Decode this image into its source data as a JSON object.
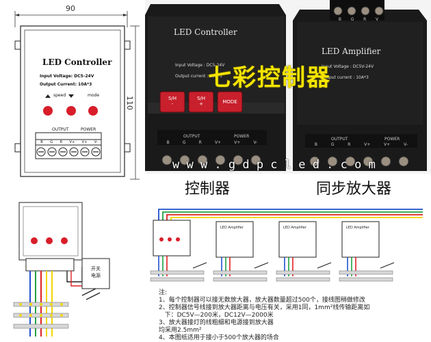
{
  "drawing": {
    "width_dim": "90",
    "height_dim": "110",
    "title": "LED Controller",
    "input_voltage": "Input Voltage:  DC5-24V",
    "output_current": "Output Current:  10A*3",
    "buttons": [
      "speed",
      "mode"
    ],
    "output_label": "OUTPUT",
    "power_label": "POWER",
    "terminals": [
      "B",
      "G",
      "R",
      "V+",
      "V+",
      "V-"
    ]
  },
  "photo_controller": {
    "title": "LED Controller",
    "input": "Input Voltage : DC5-24V",
    "output": "Output current : 10A*3",
    "buttons": [
      "S/H\n-",
      "S/H\n+",
      "MODE"
    ],
    "caption": "控制器",
    "output_label": "OUTPUT",
    "power_label": "POWER",
    "terminals": [
      "B",
      "G",
      "R",
      "V+",
      "V+",
      "V-"
    ]
  },
  "photo_amplifier": {
    "title": "LED Amplifier",
    "input": "Input Voltage : DC5V-24V",
    "output": "Output current : 10A*3",
    "top_terminals": [
      "B",
      "G",
      "R",
      "V"
    ],
    "caption": "同步放大器",
    "output_label": "OUTPUT",
    "power_label": "POWER",
    "terminals": [
      "B",
      "G",
      "R",
      "V+",
      "V+",
      "V-"
    ]
  },
  "watermark": {
    "title": "七彩控制器",
    "url": "w w w . g d p c l e d . c o m"
  },
  "wiring": {
    "power_box": "开关\n电源",
    "amp_label": "LED Amplifier"
  },
  "notes": [
    "注:",
    "1、每个控制器可以接无数放大器，放大器数量超过500个，接线图稍做修改",
    "2、控制器信号线接到放大器距离与电压有关，采用1同，1mm²线传输距离如",
    "   下：DC5V—200米，DC12V—2000米",
    "3、放大器接灯的线粗细和电源接到放大器",
    "均采用2.5mm²",
    "4、本图纸适用于接小于500个放大器的场合"
  ],
  "colors": {
    "photo_bg": "#1c1c1c",
    "red_button": "#c8202c",
    "yellow": "#f2d600",
    "blue_wire": "#2050d0",
    "green_wire": "#20a040",
    "red_wire": "#e02020",
    "watermark_yellow": "#f5e400"
  }
}
